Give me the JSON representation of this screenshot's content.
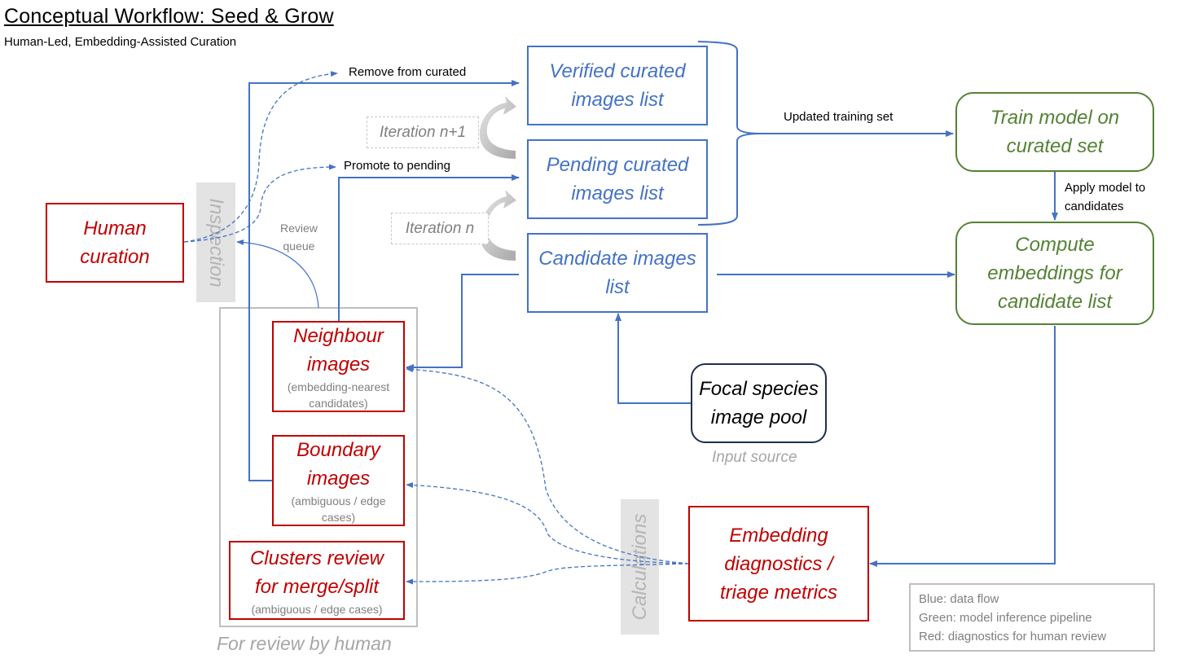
{
  "header": {
    "title": "Conceptual Workflow: Seed & Grow",
    "subtitle": "Human-Led, Embedding-Assisted Curation"
  },
  "nodes": {
    "human_curation": {
      "lines": [
        "Human",
        "curation"
      ],
      "color": "#c00000"
    },
    "verified_list": {
      "lines": [
        "Verified curated",
        "images list"
      ],
      "color": "#4472c4"
    },
    "pending_list": {
      "lines": [
        "Pending curated",
        "images list"
      ],
      "color": "#4472c4"
    },
    "candidate_list": {
      "lines": [
        "Candidate images",
        "list"
      ],
      "color": "#4472c4"
    },
    "train_model": {
      "lines": [
        "Train model on",
        "curated set"
      ],
      "color": "#548235"
    },
    "compute_embeddings": {
      "lines": [
        "Compute",
        "embeddings for",
        "candidate list"
      ],
      "color": "#548235"
    },
    "focal_pool": {
      "lines": [
        "Focal species",
        "image pool"
      ],
      "caption": "Input source",
      "color": "#1f2f4f"
    },
    "neighbour_images": {
      "lines": [
        "Neighbour",
        "images"
      ],
      "sub": [
        "(embedding-nearest",
        "candidates)"
      ],
      "color": "#c00000"
    },
    "boundary_images": {
      "lines": [
        "Boundary",
        "images"
      ],
      "sub": [
        "(ambiguous / edge",
        "cases)"
      ],
      "color": "#c00000"
    },
    "clusters_review": {
      "lines": [
        "Clusters review",
        "for merge/split"
      ],
      "sub": [
        "(ambiguous / edge cases)"
      ],
      "color": "#c00000"
    },
    "embedding_diagnostics": {
      "lines": [
        "Embedding",
        "diagnostics /",
        "triage metrics"
      ],
      "color": "#c00000"
    }
  },
  "edge_labels": {
    "remove_from_curated": "Remove from curated",
    "promote_to_pending": "Promote to pending",
    "updated_training_set": "Updated training set",
    "apply_model": [
      "Apply model to",
      "candidates"
    ],
    "review_queue": [
      "Review",
      "queue"
    ]
  },
  "iterations": {
    "n_plus_1": "Iteration n+1",
    "n": "Iteration n"
  },
  "bands": {
    "inspection": "Inspection",
    "calculations": "Calculations"
  },
  "group": {
    "caption": "For review by human"
  },
  "legend": {
    "items": [
      "Blue: data flow",
      "Green: model inference pipeline",
      "Red: diagnostics for human review"
    ]
  },
  "colors": {
    "data_flow": "#4472c4",
    "model_pipeline": "#548235",
    "diagnostics": "#c00000",
    "muted": "#7f7f7f"
  }
}
